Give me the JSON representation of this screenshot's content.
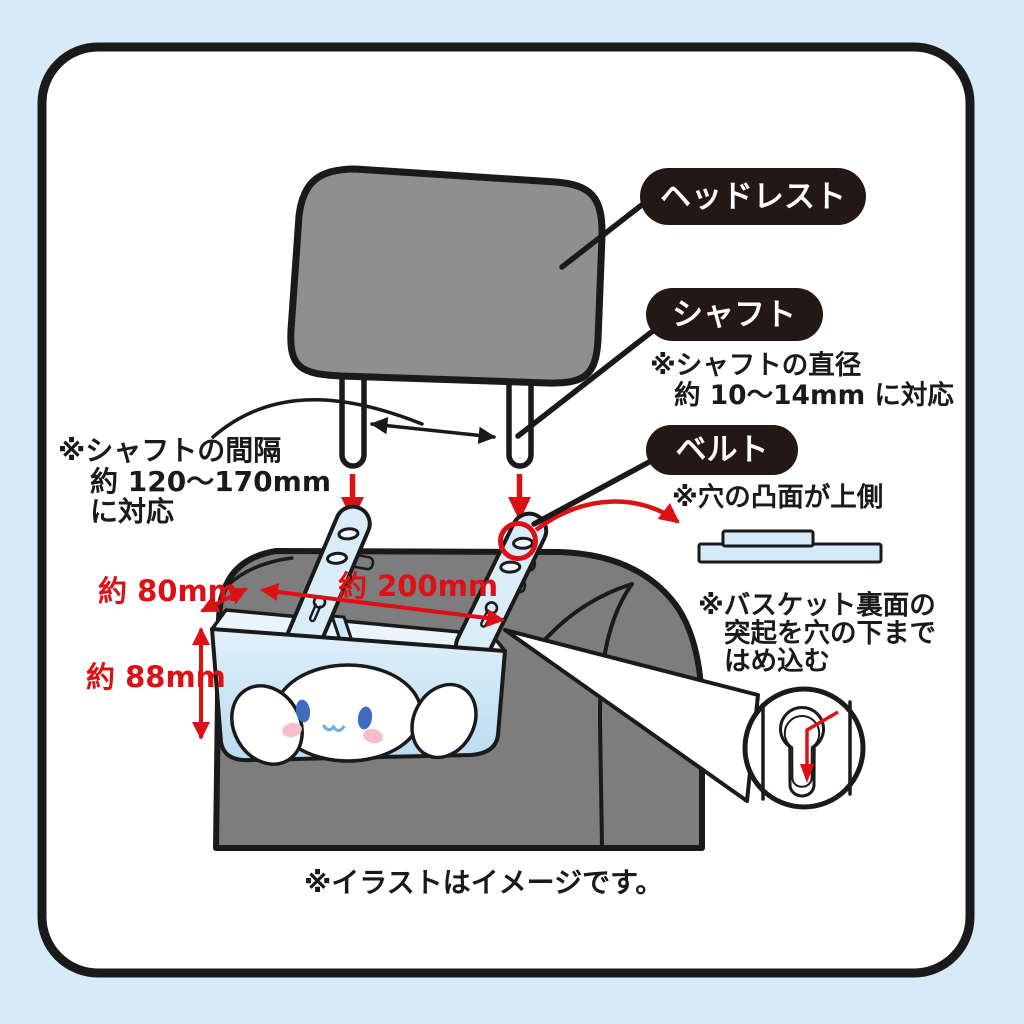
{
  "colors": {
    "background": "#d7eaf8",
    "panel": "#ffffff",
    "outline": "#1a1a1a",
    "headrest_gray": "#8f8f8f",
    "seat_gray": "#7d7d7d",
    "basket_blue": "#cfe7f6",
    "basket_inner_blue": "#eaf4fb",
    "belt_blue": "#d9edf9",
    "accent_red": "#dd1016",
    "label_bg": "#231814",
    "eye_blue": "#3f6cc0",
    "cheek_pink": "#f8bdca"
  },
  "callouts": {
    "headrest": "ヘッドレスト",
    "shaft": "シャフト",
    "belt": "ベルト"
  },
  "notes": {
    "shaft_spacing_line1": "※シャフトの間隔",
    "shaft_spacing_line2": "約 120〜170mm",
    "shaft_spacing_line3": "に対応",
    "shaft_diameter_line1": "※シャフトの直径",
    "shaft_diameter_line2": "約 10〜14mm に対応",
    "belt_hole_line1": "※穴の凸面が上側",
    "basket_back_line1": "※バスケット裏面の",
    "basket_back_line2": "突起を穴の下まで",
    "basket_back_line3": "はめ込む",
    "caption": "※イラストはイメージです。"
  },
  "measurements": {
    "depth": "約 80mm",
    "width": "約 200mm",
    "height": "約 88mm"
  }
}
